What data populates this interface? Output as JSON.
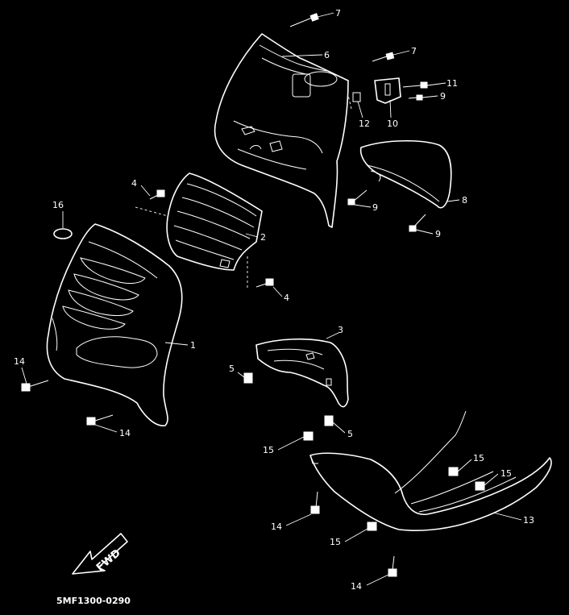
{
  "diagram_code": "5MF1300-0290",
  "fwd_label": "FWD",
  "callouts": [
    {
      "id": "c7a",
      "num": "7"
    },
    {
      "id": "c6",
      "num": "6"
    },
    {
      "id": "c7b",
      "num": "7"
    },
    {
      "id": "c11",
      "num": "11"
    },
    {
      "id": "c9a",
      "num": "9"
    },
    {
      "id": "c12",
      "num": "12"
    },
    {
      "id": "c10",
      "num": "10"
    },
    {
      "id": "c8",
      "num": "8"
    },
    {
      "id": "c9b",
      "num": "9"
    },
    {
      "id": "c9c",
      "num": "9"
    },
    {
      "id": "c4a",
      "num": "4"
    },
    {
      "id": "c16",
      "num": "16"
    },
    {
      "id": "c2",
      "num": "2"
    },
    {
      "id": "c4b",
      "num": "4"
    },
    {
      "id": "c1",
      "num": "1"
    },
    {
      "id": "c3",
      "num": "3"
    },
    {
      "id": "c14a",
      "num": "14"
    },
    {
      "id": "c5a",
      "num": "5"
    },
    {
      "id": "c5b",
      "num": "5"
    },
    {
      "id": "c14b",
      "num": "14"
    },
    {
      "id": "c15a",
      "num": "15"
    },
    {
      "id": "c15b",
      "num": "15"
    },
    {
      "id": "c15c",
      "num": "15"
    },
    {
      "id": "c13",
      "num": "13"
    },
    {
      "id": "c14c",
      "num": "14"
    },
    {
      "id": "c15d",
      "num": "15"
    },
    {
      "id": "c14d",
      "num": "14"
    }
  ]
}
